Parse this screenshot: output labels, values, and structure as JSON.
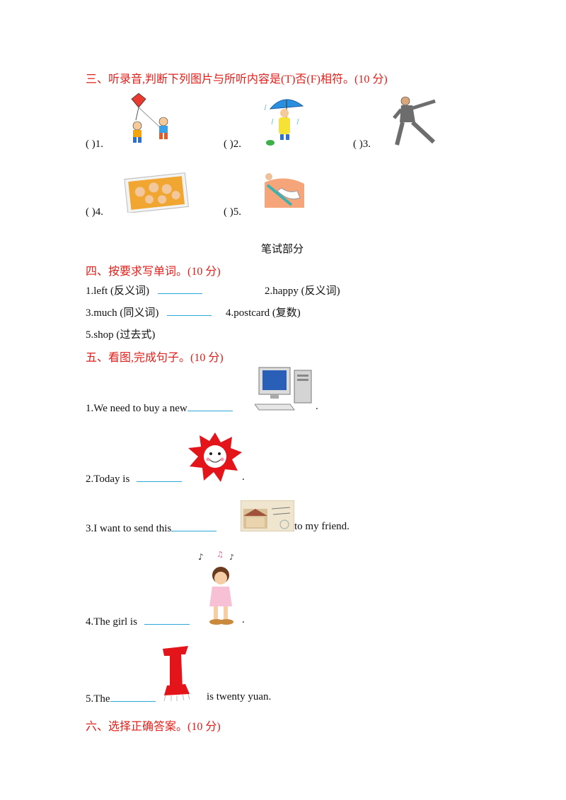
{
  "section3": {
    "title": "三、听录音,判断下列图片与所听内容是(T)否(F)相符。(10 分)",
    "items": [
      {
        "label": "(        )1."
      },
      {
        "label": "(        )2."
      },
      {
        "label": "(        )3."
      },
      {
        "label": "(        )4."
      },
      {
        "label": "(        )5."
      }
    ]
  },
  "written_heading": "笔试部分",
  "section4": {
    "title": "四、按要求写单词。(10 分)",
    "q1": "1.left  (反义词)",
    "q2": "2.happy  (反义词)",
    "q3": "3.much  (同义词)",
    "q4": "4.postcard  (复数)",
    "q5": "5.shop  (过去式)"
  },
  "section5": {
    "title": "五、看图,完成句子。(10 分)",
    "s1_pre": "1.We  need  to  buy  a  new",
    "s1_post": ".",
    "s2_pre": "2.Today  is",
    "s2_post": ".",
    "s3_pre": "3.I  want  to  send  this",
    "s3_post": "to  my  friend.",
    "s4_pre": "4.The  girl  is",
    "s4_post": ".",
    "s5_pre": "5.The",
    "s5_post": "is  twenty  yuan."
  },
  "section6": {
    "title": "六、选择正确答案。(10 分)"
  },
  "colors": {
    "heading": "#e0201b",
    "blank_line": "#2aa7d6"
  }
}
